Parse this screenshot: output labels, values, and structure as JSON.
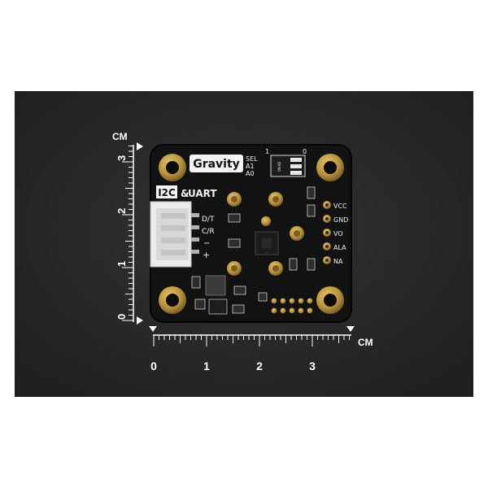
{
  "board": {
    "brand": "Gravity",
    "interface_i2c": "I2C",
    "interface_amp": "&",
    "interface_uart": "UART",
    "switch_labels": [
      "SEL",
      "A1",
      "A0"
    ],
    "switch_marks": [
      "1",
      "0"
    ],
    "switch_text": "ON KE",
    "connector_labels": [
      "D/T",
      "C/R",
      "−",
      "+"
    ],
    "pin_labels": [
      "VCC",
      "GND",
      "VO",
      "ALA",
      "NA"
    ]
  },
  "ruler": {
    "unit": "CM",
    "horizontal_ticks": [
      "0",
      "1",
      "2",
      "3"
    ],
    "vertical_ticks": [
      "3",
      "2",
      "1",
      "0"
    ]
  },
  "colors": {
    "background_photo": "#2b2b2b",
    "pcb": "#141414",
    "gold": "#b8923e",
    "ruler": "#ffffff"
  }
}
